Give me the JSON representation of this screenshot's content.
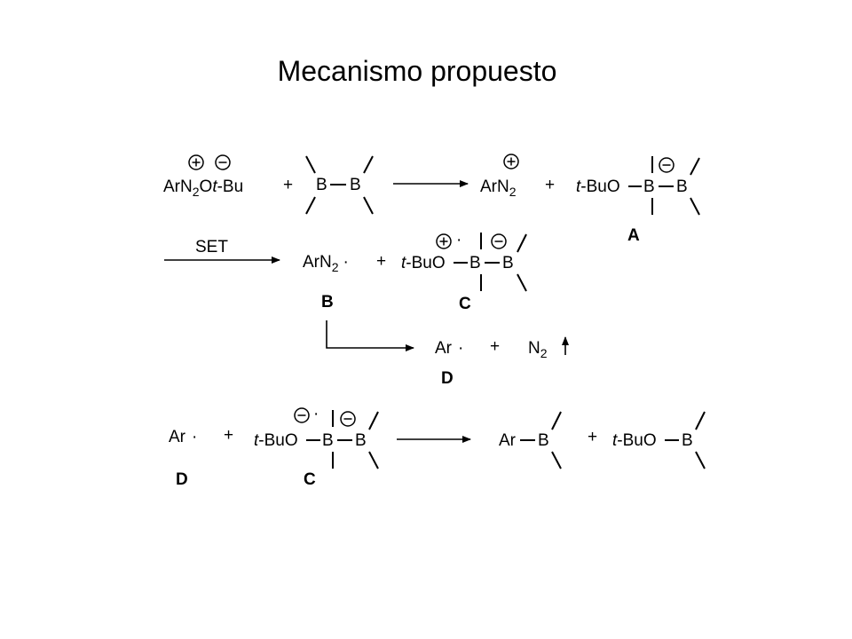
{
  "slide": {
    "title": "Mecanismo propuesto"
  },
  "chem": {
    "ar": "Ar",
    "arn": "ArN",
    "n": "N",
    "sub2": "2",
    "ot_bu": "O",
    "t": "t",
    "bu": "-Bu",
    "tbu_o": "-BuO",
    "b": "B",
    "plus": "+",
    "dot": "·",
    "set": "SET",
    "labels": {
      "a": "A",
      "b": "B",
      "c": "C",
      "d": "D"
    }
  }
}
